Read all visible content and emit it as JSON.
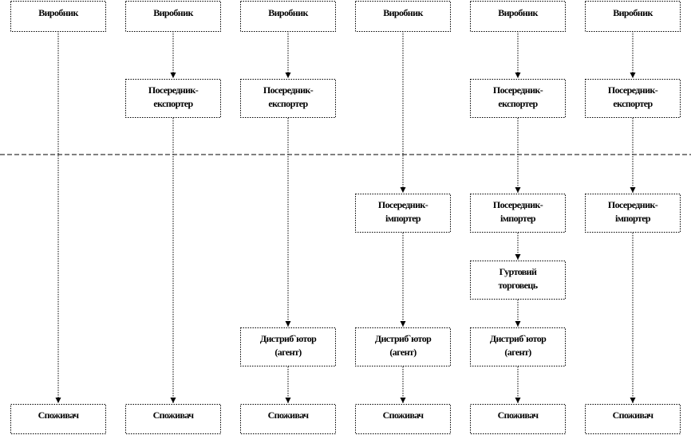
{
  "chart_data": {
    "type": "diagram",
    "columns": [
      {
        "chain": [
          "Виробник",
          "Споживач"
        ]
      },
      {
        "chain": [
          "Виробник",
          "Посередник-експортер",
          "Споживач"
        ]
      },
      {
        "chain": [
          "Виробник",
          "Посередник-експортер",
          "Дистриб`ютор (агент)",
          "Споживач"
        ]
      },
      {
        "chain": [
          "Виробник",
          "Посередник-імпортер",
          "Дистриб`ютор (агент)",
          "Споживач"
        ]
      },
      {
        "chain": [
          "Виробник",
          "Посередник-експортер",
          "Посередник-імпортер",
          "Гуртовий торговець",
          "Дистриб`ютор (агент)",
          "Споживач"
        ]
      },
      {
        "chain": [
          "Виробник",
          "Посередник-експортер",
          "Посередник-імпортер",
          "Споживач"
        ]
      }
    ]
  },
  "nodes": {
    "producer": "Виробник",
    "consumer": "Споживач",
    "exporter": [
      "Посередник-",
      "експортер"
    ],
    "importer": [
      "Посередник-",
      "імпортер"
    ],
    "wholesaler": [
      "Гуртовий",
      "торговець"
    ],
    "distributor": [
      "Дистриб`ютор",
      "(агент)"
    ]
  },
  "colors": {
    "box_border": "#000000",
    "arrow": "#000000",
    "divider": "#000000",
    "background": "#ffffff"
  }
}
